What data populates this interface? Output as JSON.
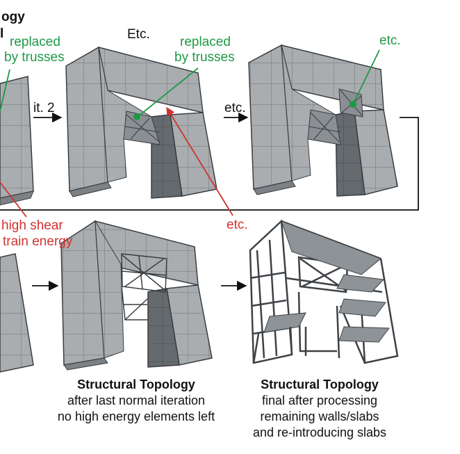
{
  "labels": {
    "top_left_title_fragment": "ogy",
    "top_left_title_fragment2": "l",
    "replaced_left_1": "replaced",
    "replaced_left_2": "by trusses",
    "etc_top": "Etc.",
    "replaced_mid_1": "replaced",
    "replaced_mid_2": "by trusses",
    "etc_right_green": "etc.",
    "iteration_2": "it. 2",
    "etc_arrow": "etc.",
    "high_shear_1": "high shear",
    "high_shear_2": "train energy",
    "etc_red": "etc."
  },
  "captions": {
    "middle": {
      "title": "Structural Topology",
      "line1": "after last normal iteration",
      "line2": "no high energy elements left"
    },
    "right": {
      "title": "Structural Topology",
      "line1": "final after processing",
      "line2": "remaining walls/slabs",
      "line3": "and re-introducing slabs"
    }
  },
  "colors": {
    "annotation_green": "#1e9a45",
    "annotation_red": "#d1322f",
    "panel_fill": "#a6aaad",
    "panel_dark": "#5e6367",
    "edge": "#3a3d40"
  }
}
